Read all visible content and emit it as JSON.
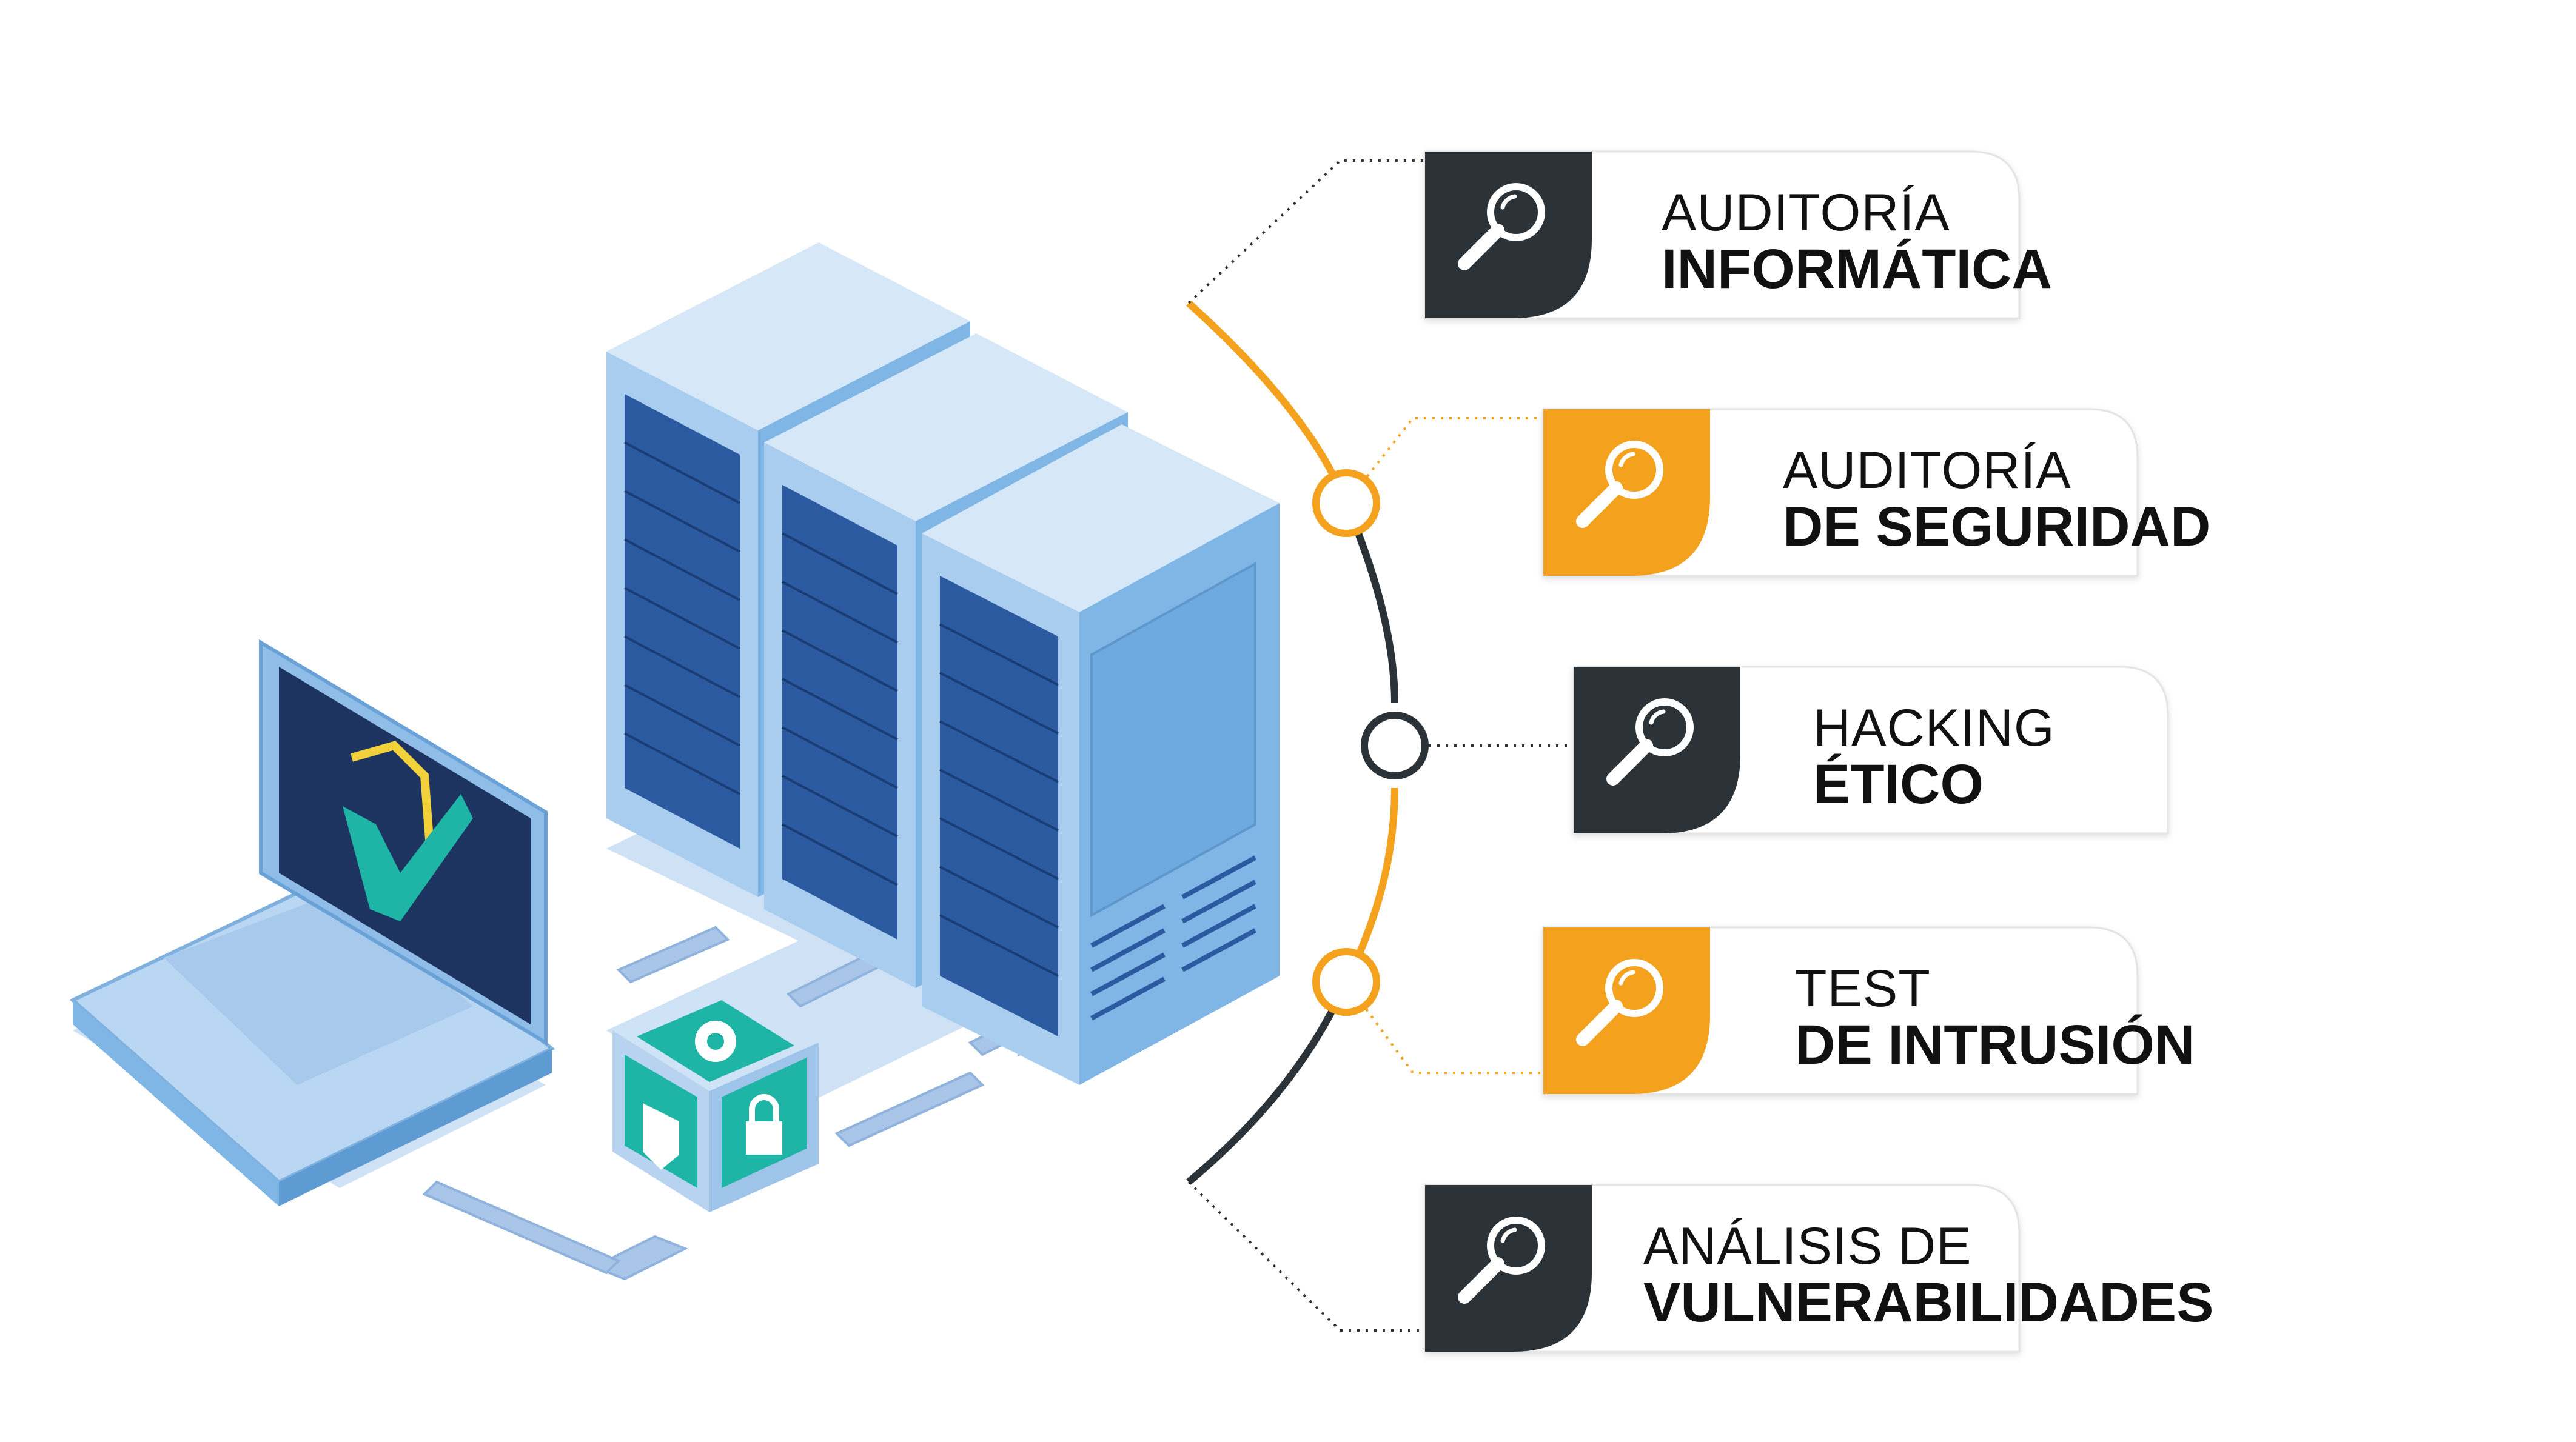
{
  "colors": {
    "dark": "#2c3338",
    "orange": "#f4a11e",
    "server_front": "#a9cdef",
    "server_top": "#d6e8f8",
    "server_side": "#7fb6e6",
    "rack_slot": "#2c5aa0",
    "laptop_screen": "#1d3461",
    "teal": "#1fb5a6",
    "yellow": "#f2d13a"
  },
  "services": [
    {
      "line1": "AUDITORÍA",
      "line2": "INFORMÁTICA",
      "tone": "dark",
      "icon": "magnifier-icon"
    },
    {
      "line1": "AUDITORÍA",
      "line2": "DE SEGURIDAD",
      "tone": "orange",
      "icon": "magnifier-icon"
    },
    {
      "line1": "HACKING",
      "line2": "ÉTICO",
      "tone": "dark",
      "icon": "magnifier-icon"
    },
    {
      "line1": "TEST",
      "line2": "DE INTRUSIÓN",
      "tone": "orange",
      "icon": "magnifier-icon"
    },
    {
      "line1": "ANÁLISIS DE",
      "line2": "VULNERABILIDADES",
      "tone": "dark",
      "icon": "magnifier-icon"
    }
  ],
  "illustration": {
    "laptop_icon": "shield-check-icon",
    "cube_icons": [
      "gear-icon",
      "shield-icon",
      "padlock-icon"
    ]
  }
}
